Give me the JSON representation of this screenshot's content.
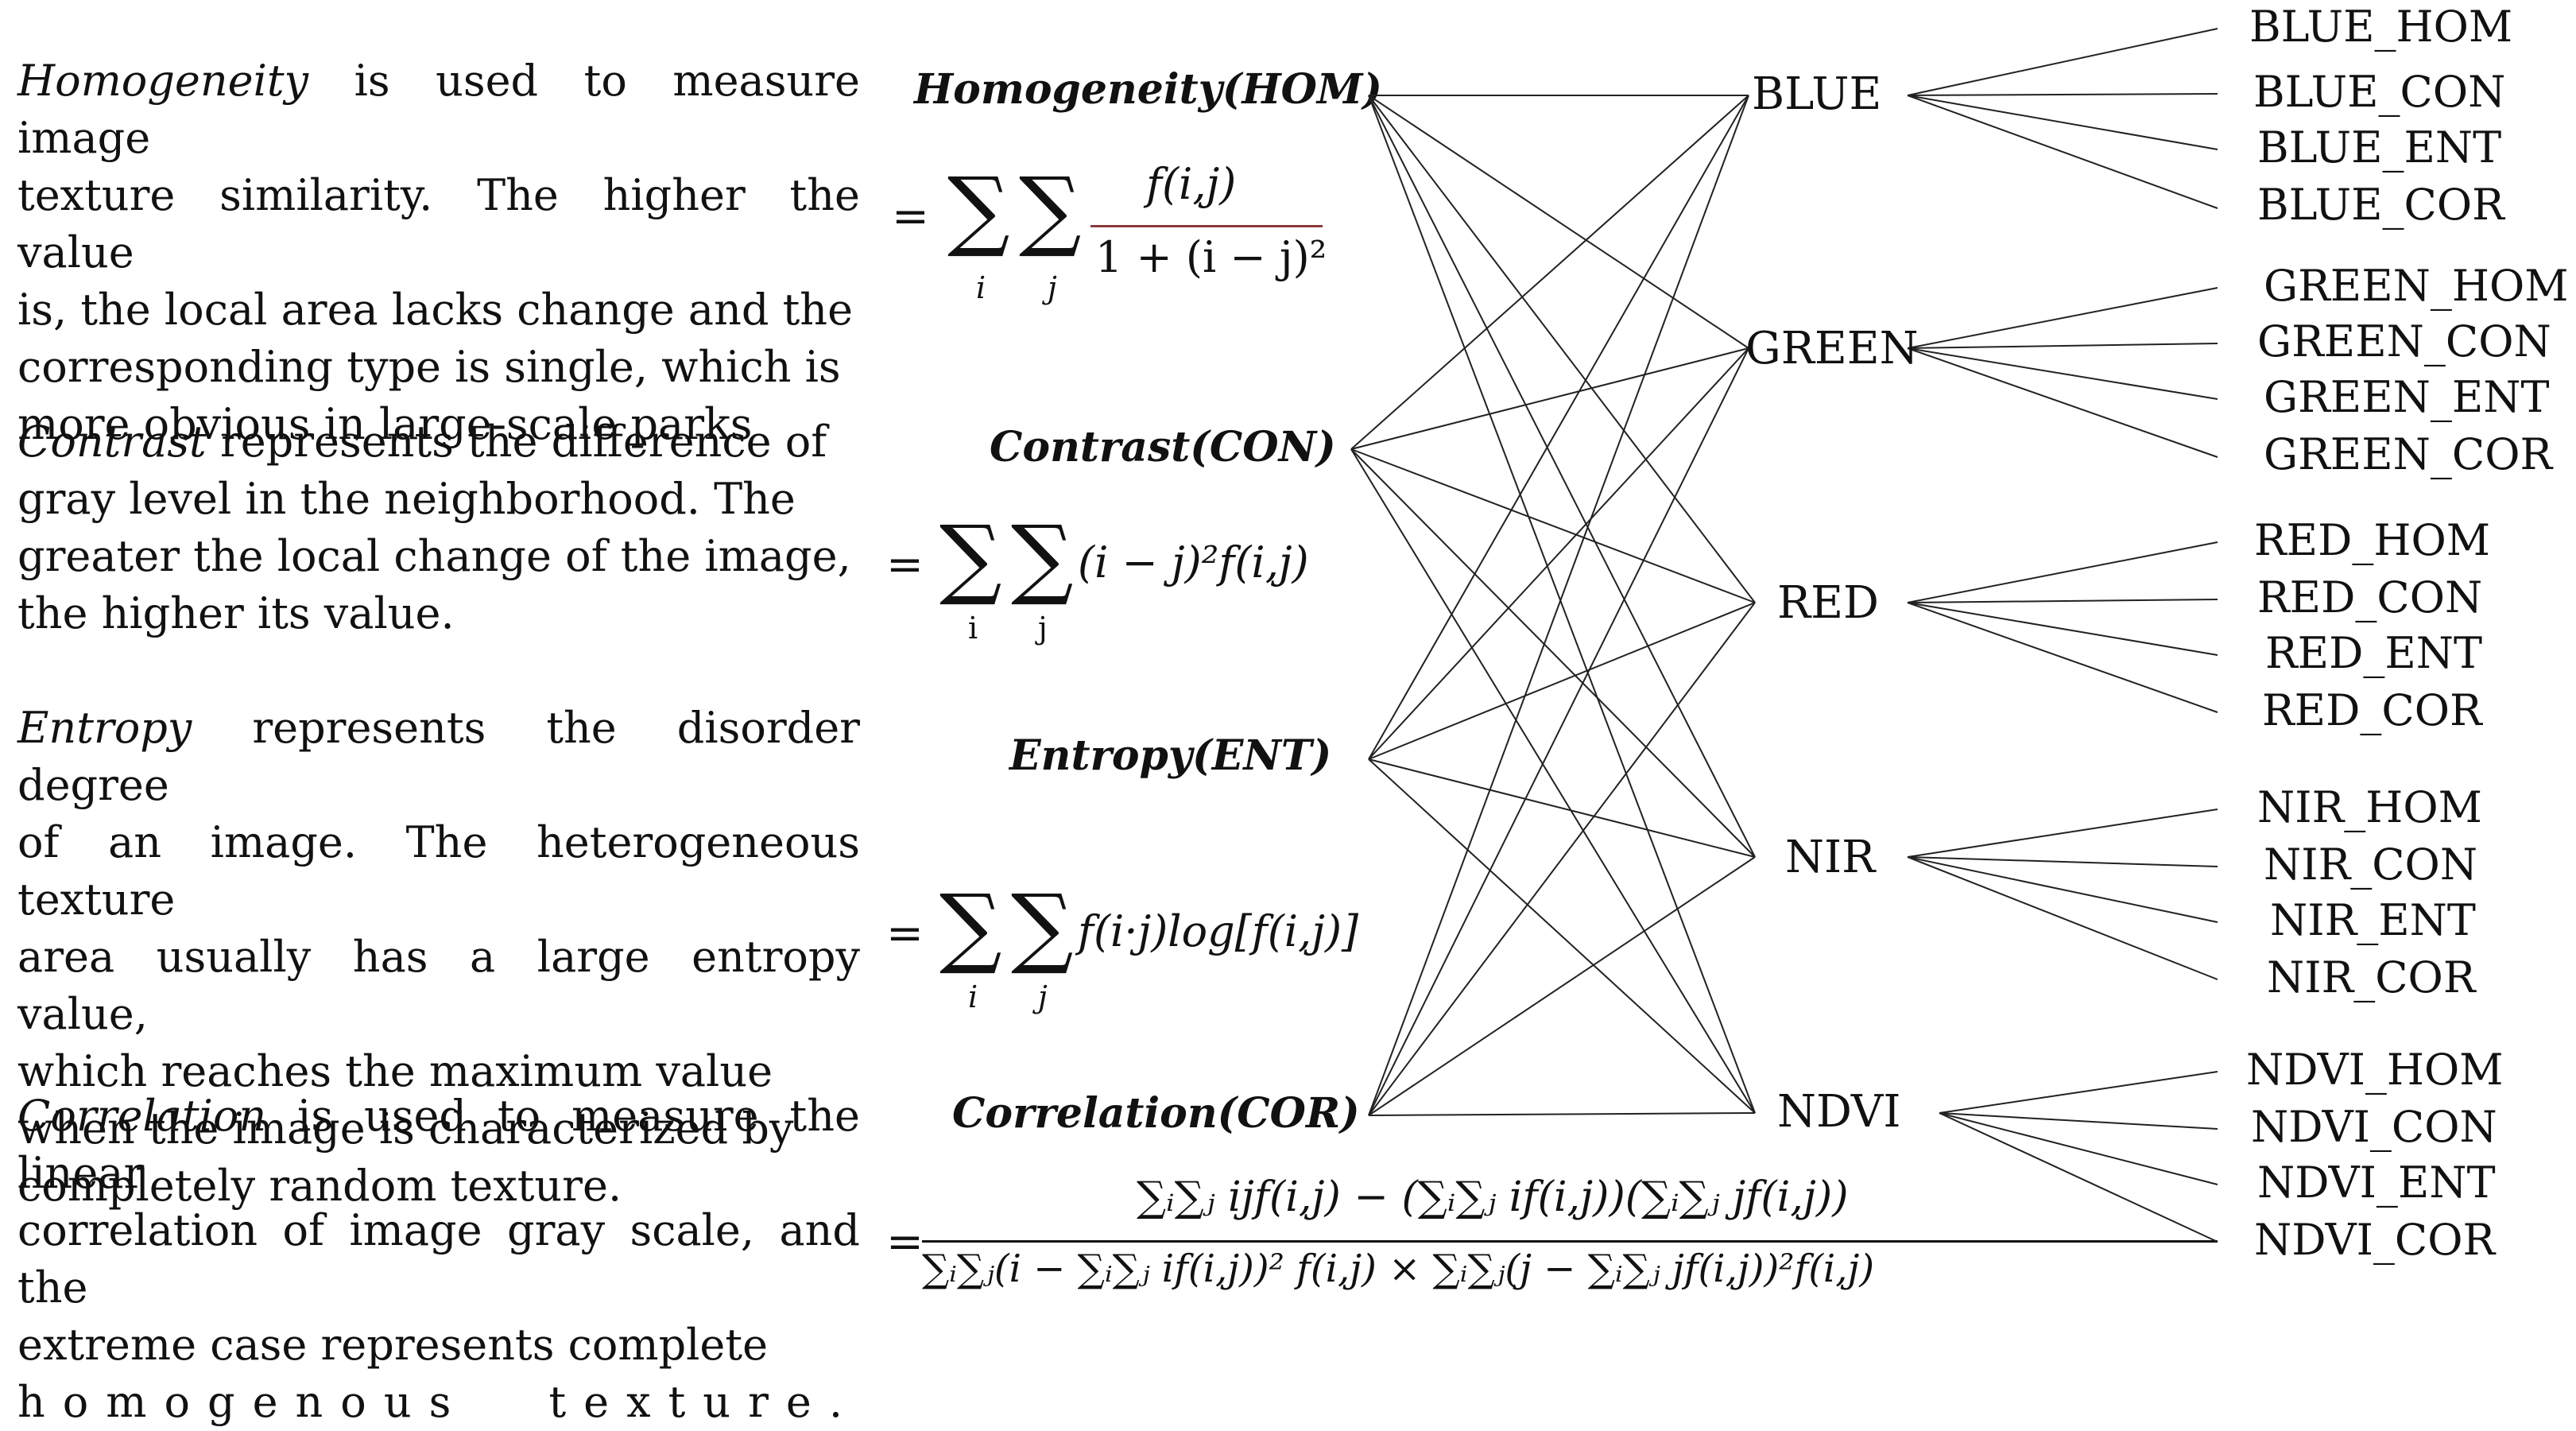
{
  "descriptions": {
    "hom": {
      "term": "Homogeneity",
      "lines": [
        " is used to measure image",
        "texture similarity. The higher the value",
        "is, the local area lacks change and the",
        "corresponding type is single, which is",
        "more obvious in large-scale parks"
      ]
    },
    "con": {
      "term": "Contrast",
      "lines": [
        " represents the difference of",
        "gray level in the neighborhood. The",
        "greater the local change of the image,",
        "the higher its value."
      ]
    },
    "ent": {
      "term": "Entropy",
      "lines": [
        " represents the disorder degree",
        "of an image. The heterogeneous texture",
        "area usually has a large entropy value,",
        "which reaches the maximum value",
        "when the image is characterized by",
        "completely random texture."
      ]
    },
    "cor": {
      "term": "Correlation",
      "lines": [
        " is used to measure the linear",
        "correlation of image gray scale, and the",
        "extreme case represents complete",
        "homogenous texture."
      ]
    }
  },
  "features": {
    "hom": {
      "title": "Homogeneity(HOM)",
      "numerator": "f(i,j)",
      "denominator": "1 + (i − j)²",
      "sub_i": "i",
      "sub_j": "j"
    },
    "con": {
      "title": "Contrast(CON)",
      "body": "(i − j)²f(i,j)",
      "sub_i": "i",
      "sub_j": "j"
    },
    "ent": {
      "title": "Entropy(ENT)",
      "body": "f(i·j)log[f(i,j)]",
      "sub_i": "i",
      "sub_j": "j"
    },
    "cor": {
      "title": "Correlation(COR)",
      "numerator": "∑ᵢ∑ⱼ ijf(i,j) − (∑ᵢ∑ⱼ if(i,j))(∑ᵢ∑ⱼ jf(i,j))",
      "denominator": "∑ᵢ∑ⱼ(i − ∑ᵢ∑ⱼ if(i,j))² f(i,j) × ∑ᵢ∑ⱼ(j − ∑ᵢ∑ⱼ jf(i,j))²f(i,j)"
    }
  },
  "equals_sign": "=",
  "sum_symbol": "∑",
  "bands": [
    "BLUE",
    "GREEN",
    "RED",
    "NIR",
    "NDVI"
  ],
  "outputs": {
    "BLUE": [
      "BLUE_HOM",
      "BLUE_CON",
      "BLUE_ENT",
      "BLUE_COR"
    ],
    "GREEN": [
      "GREEN_HOM",
      "GREEN_CON",
      "GREEN_ENT",
      "GREEN_COR"
    ],
    "RED": [
      "RED_HOM",
      "RED_CON",
      "RED_ENT",
      "RED_COR"
    ],
    "NIR": [
      "NIR_HOM",
      "NIR_CON",
      "NIR_ENT",
      "NIR_COR"
    ],
    "NDVI": [
      "NDVI_HOM",
      "NDVI_CON",
      "NDVI_ENT",
      "NDVI_COR"
    ]
  },
  "colors": {
    "line": "#222222",
    "fraction_bar": "#8a3b3b",
    "text": "#111111"
  }
}
